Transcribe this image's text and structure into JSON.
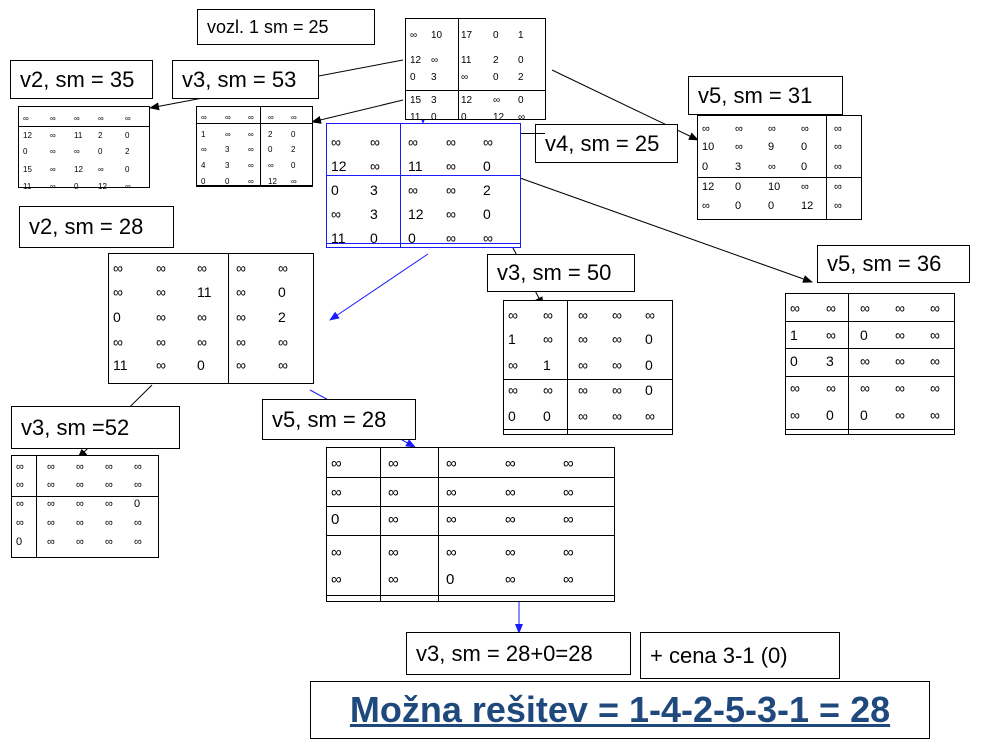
{
  "labels": {
    "root": "vozl. 1 sm = 25",
    "v2_35": "v2, sm = 35",
    "v3_53": "v3, sm = 53",
    "v4_25": "v4, sm = 25",
    "v5_31": "v5, sm = 31",
    "v2_28": "v2, sm = 28",
    "v3_50": "v3, sm = 50",
    "v5_36": "v5, sm = 36",
    "v3_52": "v3, sm =52",
    "v5_28": "v5, sm = 28",
    "v3_28": "v3, sm = 28+0=28",
    "cost": "+ cena 3-1 (0)"
  },
  "final_solution": "Možna rešitev = 1-4-2-5-3-1 = 28",
  "matrices": {
    "root": [
      [
        "∞",
        "10",
        "17",
        "0",
        "1"
      ],
      [
        "12",
        "∞",
        "11",
        "2",
        "0"
      ],
      [
        "0",
        "3",
        "∞",
        "0",
        "2"
      ],
      [
        "15",
        "3",
        "12",
        "∞",
        "0"
      ],
      [
        "11",
        "0",
        "0",
        "12",
        "∞"
      ]
    ],
    "v2_35": [
      [
        "∞",
        "∞",
        "∞",
        "∞",
        "∞"
      ],
      [
        "12",
        "∞",
        "11",
        "2",
        "0"
      ],
      [
        "0",
        "∞",
        "∞",
        "0",
        "2"
      ],
      [
        "15",
        "∞",
        "12",
        "∞",
        "0"
      ],
      [
        "11",
        "∞",
        "0",
        "12",
        "∞"
      ]
    ],
    "v3_53": [
      [
        "∞",
        "∞",
        "∞",
        "∞",
        "∞"
      ],
      [
        "1",
        "∞",
        "∞",
        "2",
        "0"
      ],
      [
        "∞",
        "3",
        "∞",
        "0",
        "2"
      ],
      [
        "4",
        "3",
        "∞",
        "∞",
        "0"
      ],
      [
        "0",
        "0",
        "∞",
        "12",
        "∞"
      ]
    ],
    "v4_25": [
      [
        "∞",
        "∞",
        "∞",
        "∞",
        "∞"
      ],
      [
        "12",
        "∞",
        "11",
        "∞",
        "0"
      ],
      [
        "0",
        "3",
        "∞",
        "∞",
        "2"
      ],
      [
        "∞",
        "3",
        "12",
        "∞",
        "0"
      ],
      [
        "11",
        "0",
        "0",
        "∞",
        "∞"
      ]
    ],
    "v5_31": [
      [
        "∞",
        "∞",
        "∞",
        "∞",
        "∞"
      ],
      [
        "10",
        "∞",
        "9",
        "0",
        "∞"
      ],
      [
        "0",
        "3",
        "∞",
        "0",
        "∞"
      ],
      [
        "12",
        "0",
        "10",
        "∞",
        "∞"
      ],
      [
        "∞",
        "0",
        "0",
        "12",
        "∞"
      ]
    ],
    "v2_28": [
      [
        "∞",
        "∞",
        "∞",
        "∞",
        "∞"
      ],
      [
        "∞",
        "∞",
        "11",
        "∞",
        "0"
      ],
      [
        "0",
        "∞",
        "∞",
        "∞",
        "2"
      ],
      [
        "∞",
        "∞",
        "∞",
        "∞",
        "∞"
      ],
      [
        "11",
        "∞",
        "0",
        "∞",
        "∞"
      ]
    ],
    "v3_50": [
      [
        "∞",
        "∞",
        "∞",
        "∞",
        "∞"
      ],
      [
        "1",
        "∞",
        "∞",
        "∞",
        "0"
      ],
      [
        "∞",
        "1",
        "∞",
        "∞",
        "0"
      ],
      [
        "∞",
        "∞",
        "∞",
        "∞",
        "0"
      ],
      [
        "0",
        "0",
        "∞",
        "∞",
        "∞"
      ]
    ],
    "v5_36": [
      [
        "∞",
        "∞",
        "∞",
        "∞",
        "∞"
      ],
      [
        "1",
        "∞",
        "0",
        "∞",
        "∞"
      ],
      [
        "0",
        "3",
        "∞",
        "∞",
        "∞"
      ],
      [
        "∞",
        "∞",
        "∞",
        "∞",
        "∞"
      ],
      [
        "∞",
        "0",
        "0",
        "∞",
        "∞"
      ]
    ],
    "v3_52": [
      [
        "∞",
        "∞",
        "∞",
        "∞",
        "∞"
      ],
      [
        "∞",
        "∞",
        "∞",
        "∞",
        "∞"
      ],
      [
        "∞",
        "∞",
        "∞",
        "∞",
        "0"
      ],
      [
        "∞",
        "∞",
        "∞",
        "∞",
        "∞"
      ],
      [
        "0",
        "∞",
        "∞",
        "∞",
        "∞"
      ]
    ],
    "v5_28": [
      [
        "∞",
        "∞",
        "∞",
        "∞",
        "∞"
      ],
      [
        "∞",
        "∞",
        "∞",
        "∞",
        "∞"
      ],
      [
        "0",
        "∞",
        "∞",
        "∞",
        "∞"
      ],
      [
        "∞",
        "∞",
        "∞",
        "∞",
        "∞"
      ],
      [
        "∞",
        "∞",
        "0",
        "∞",
        "∞"
      ]
    ]
  }
}
